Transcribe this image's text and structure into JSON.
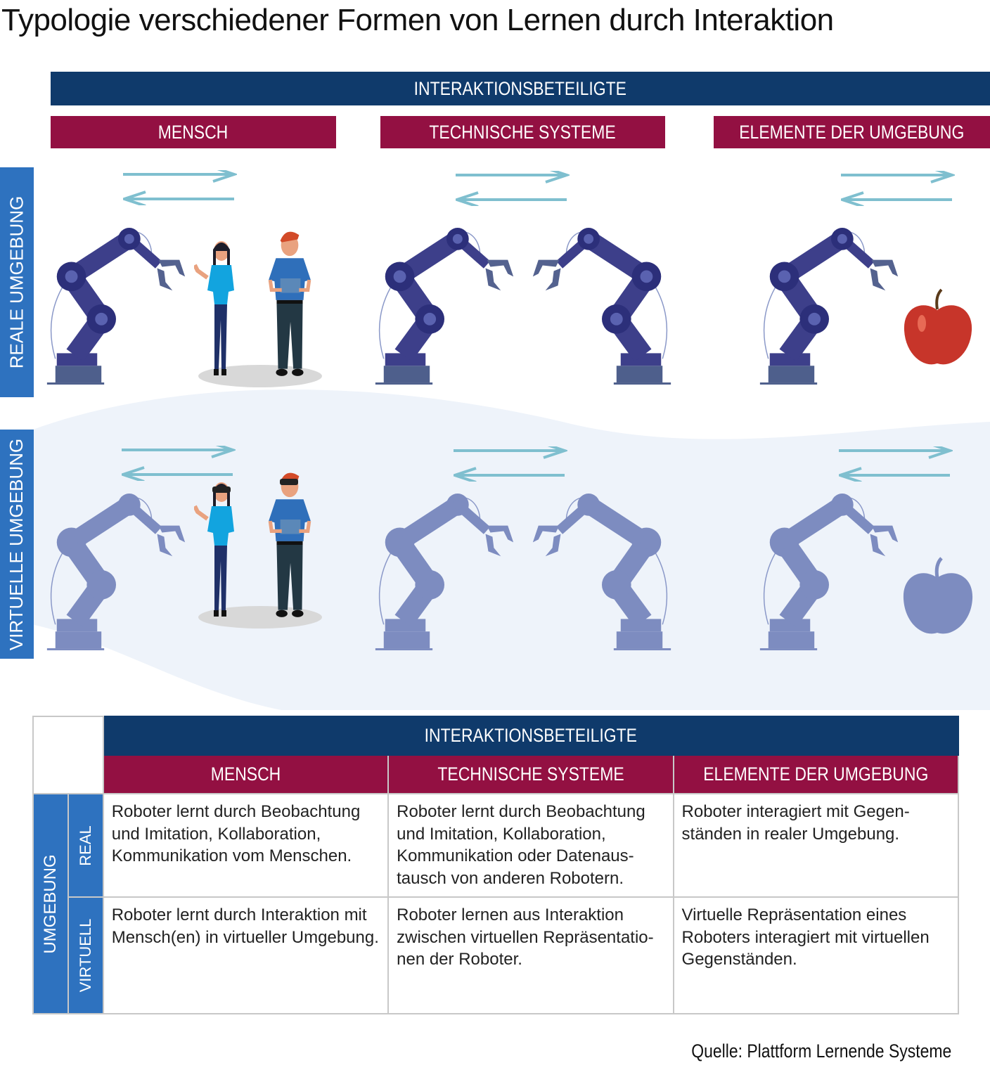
{
  "title": "Typologie verschiedener Formen von Lernen durch Interaktion",
  "header": {
    "group": "INTERAKTIONSBETEILIGTE",
    "columns": [
      "MENSCH",
      "TECHNISCHE SYSTEME",
      "ELEMENTE DER UMGEBUNG"
    ]
  },
  "rows": [
    "REALE UMGEBUNG",
    "VIRTUELLE UMGEBUNG"
  ],
  "table": {
    "group": "INTERAKTIONSBETEILIGTE",
    "columns": [
      "MENSCH",
      "TECHNISCHE SYSTEME",
      "ELEMENTE DER UMGEBUNG"
    ],
    "row_group": "UMGEBUNG",
    "rows": [
      {
        "label": "REAL",
        "cells": [
          "Roboter lernt durch Beobachtung und Imitation, Kollaboration, Kommunikation vom Menschen.",
          "Roboter lernt durch Beobachtung und Imitation, Kollaboration, Kommunikation oder Datenaus-tausch von anderen Robotern.",
          "Roboter interagiert mit Gegen-ständen in realer Umgebung."
        ]
      },
      {
        "label": "VIRTUELL",
        "cells": [
          "Roboter lernt durch Interaktion mit Mensch(en) in virtueller Umgebung.",
          "Roboter lernen aus Interaktion zwischen virtuellen Repräsentatio-nen der Roboter.",
          "Virtuelle Repräsentation eines Roboters interagiert mit virtuellen Gegenständen."
        ]
      }
    ]
  },
  "source": "Quelle: Plattform Lernende Systeme",
  "colors": {
    "navy": "#0f3a6b",
    "maroon": "#931042",
    "side_blue": "#2e72bf",
    "arrow": "#7fbfcf",
    "robot_real": "#3d3f8a",
    "robot_virtual": "#7d8cc0"
  }
}
